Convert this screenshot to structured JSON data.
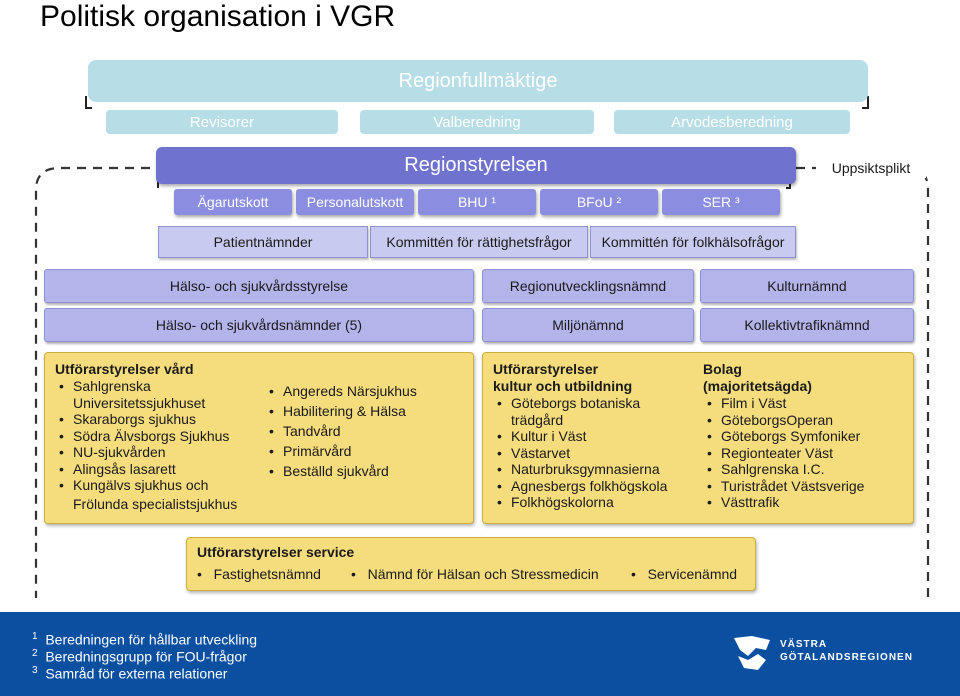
{
  "title": "Politisk organisation i VGR",
  "regionfullmaktige": {
    "label": "Regionfullmäktige",
    "children": [
      "Revisorer",
      "Valberedning",
      "Arvodesberedning"
    ]
  },
  "regionstyrelsen": {
    "label": "Regionstyrelsen",
    "side_label": "Uppsiktsplikt",
    "committees": [
      "Ägarutskott",
      "Personalutskott",
      "BHU ¹",
      "BFoU ²",
      "SER ³"
    ]
  },
  "row_nämnder": [
    "Patientnämnder",
    "Kommittén för rättighetsfrågor",
    "Kommittén för folkhälsofrågor"
  ],
  "row_styrelser": [
    "Hälso- och sjukvårdsstyrelse",
    "Regionutvecklingsnämnd",
    "Kulturnämnd"
  ],
  "row_nämnder2": [
    "Hälso- och sjukvårdsnämnder (5)",
    "Miljönämnd",
    "Kollektivtrafiknämnd"
  ],
  "utforar_vard": {
    "title": "Utförarstyrelser vård",
    "col1": [
      "Sahlgrenska Universitetssjukhuset",
      "Skaraborgs sjukhus",
      "Södra Älvsborgs Sjukhus",
      "NU-sjukvården",
      "Alingsås lasarett",
      "Kungälvs sjukhus och"
    ],
    "col1_tail": "Frölunda specialistsjukhus",
    "col2": [
      "Angereds Närsjukhus",
      "Habilitering & Hälsa",
      "Tandvård",
      "Primärvård",
      "Beställd sjukvård"
    ]
  },
  "utforar_kultur": {
    "title_line1": "Utförarstyrelser",
    "title_line2": "kultur och utbildning",
    "items": [
      "Göteborgs botaniska trädgård",
      "Kultur i Väst",
      "Västarvet",
      "Naturbruksgymnasierna",
      "Agnesbergs folkhögskola",
      "Folkhögskolorna"
    ]
  },
  "bolag": {
    "title_line1": "Bolag",
    "title_line2": "(majoritetsägda)",
    "items": [
      "Film i Väst",
      "GöteborgsOperan",
      "Göteborgs Symfoniker",
      "Regionteater Väst",
      "Sahlgrenska I.C.",
      "Turistrådet Västsverige",
      "Västtrafik"
    ]
  },
  "utforar_service": {
    "title": "Utförarstyrelser service",
    "items": [
      "Fastighetsnämnd",
      "Nämnd för Hälsan och Stressmedicin",
      "Servicenämnd"
    ]
  },
  "footnotes": [
    {
      "num": "1",
      "text": "Beredningen för hållbar utveckling"
    },
    {
      "num": "2",
      "text": "Beredningsgrupp för FOU-frågor"
    },
    {
      "num": "3",
      "text": "Samråd för externa relationer"
    }
  ],
  "logo": {
    "line1": "VÄSTRA",
    "line2": "GÖTALANDSREGIONEN"
  },
  "colors": {
    "footer": "#0a4fa0",
    "purple": "#6f72cf",
    "lavender": "#c9caf0",
    "light_blue": "#b7dde6",
    "yellow": "#f5dd7e"
  }
}
